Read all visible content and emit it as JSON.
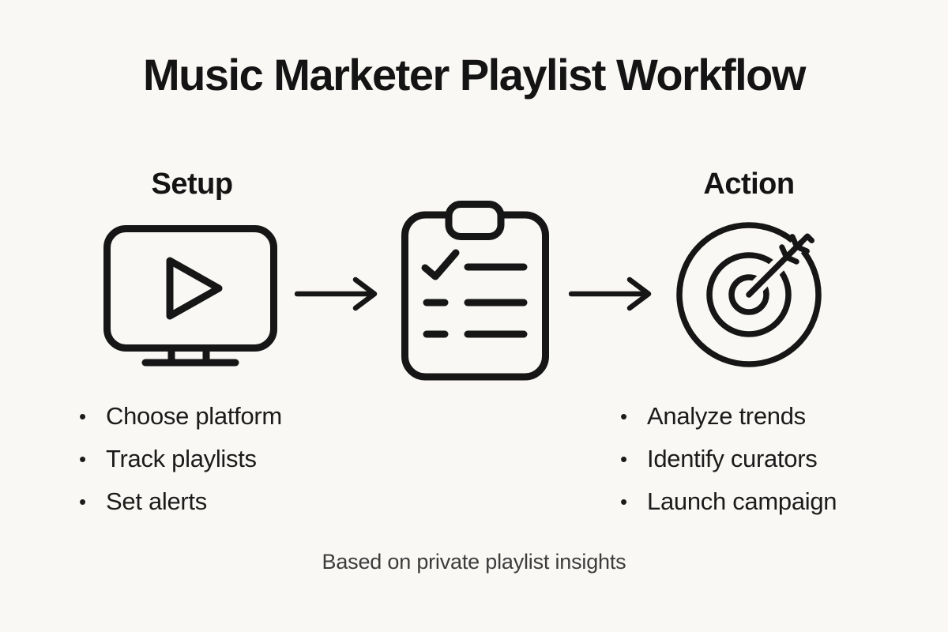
{
  "colors": {
    "background": "#faf8f5",
    "ink": "#161616",
    "footer_text": "#3c3c3c"
  },
  "title": {
    "text": "Music Marketer Playlist Workflow"
  },
  "stages": {
    "setup": {
      "label": "Setup",
      "icon": "monitor-play-icon",
      "items": [
        "Choose platform",
        "Track playlists",
        "Set alerts"
      ]
    },
    "checklist": {
      "icon": "clipboard-checklist-icon"
    },
    "action": {
      "label": "Action",
      "icon": "target-dart-icon",
      "items": [
        "Analyze trends",
        "Identify curators",
        "Launch campaign"
      ]
    }
  },
  "connectors": {
    "icon": "right-arrow-icon"
  },
  "bullet_char": "•",
  "footer": {
    "text": "Based on private playlist insights"
  }
}
